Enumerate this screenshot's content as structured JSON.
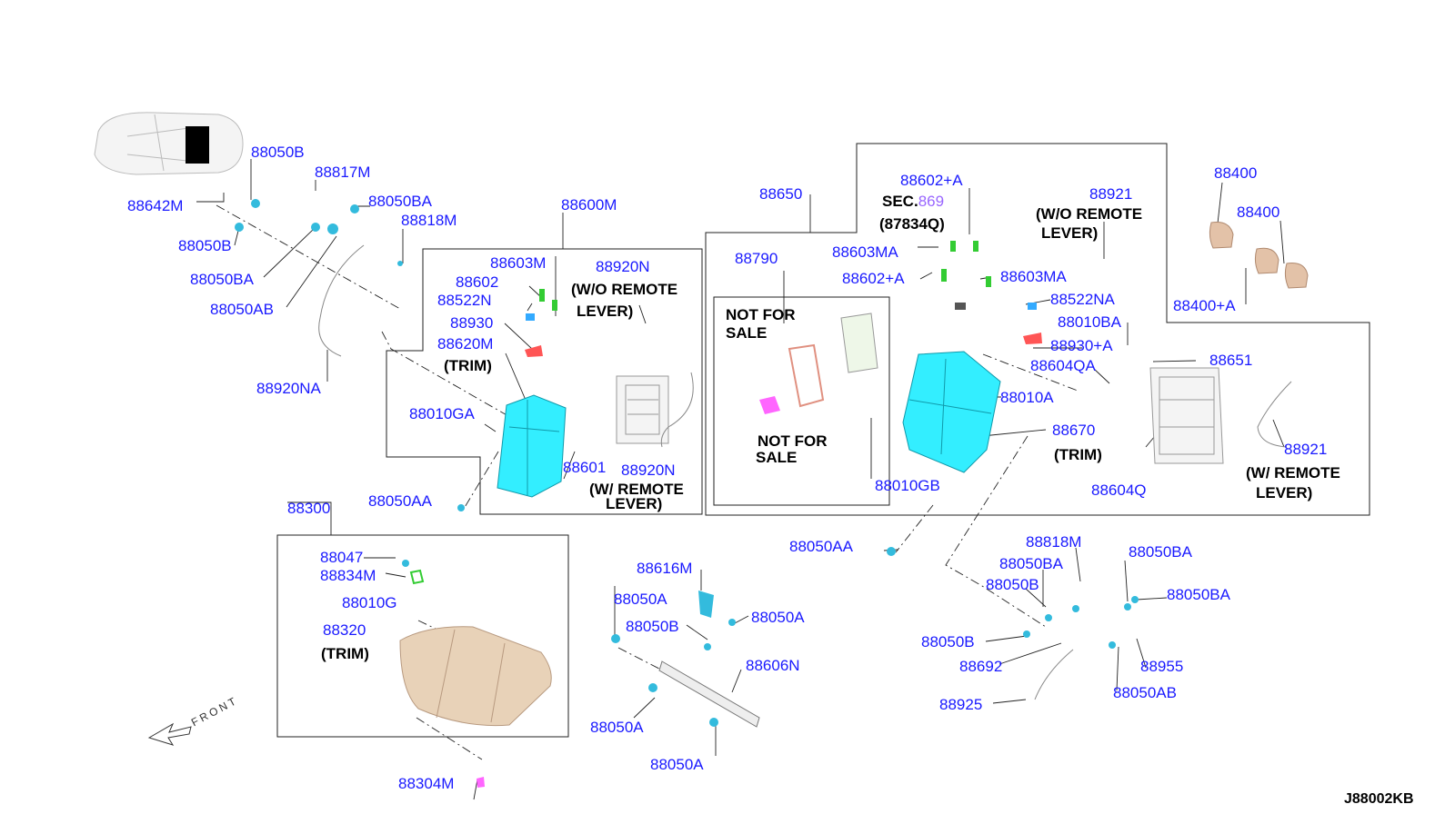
{
  "colors": {
    "label": "#1a1aff",
    "note": "#000000",
    "sec_ref": "#9966ff",
    "seat_back_left": "#33eeff",
    "seat_back_right": "#33eeff",
    "cushion": "#e8d2b8",
    "headrest": "#e3c2a8",
    "not_for_sale_part": "#ff66ff",
    "bracket_red": "#ff5555",
    "clip_green": "#33cc33"
  },
  "labels": {
    "l_88050B_1": "88050B",
    "l_88817M": "88817M",
    "l_88642M": "88642M",
    "l_88050BA_1": "88050BA",
    "l_88818M_1": "88818M",
    "l_88050B_2": "88050B",
    "l_88050BA_2": "88050BA",
    "l_88050AB_1": "88050AB",
    "l_88920NA": "88920NA",
    "l_88600M": "88600M",
    "l_88603M": "88603M",
    "l_88920N_1": "88920N",
    "l_88602": "88602",
    "l_88522N": "88522N",
    "l_88930": "88930",
    "l_88620M": "88620M",
    "l_88010GA": "88010GA",
    "l_88601": "88601",
    "l_88920N_2": "88920N",
    "l_88050AA_1": "88050AA",
    "l_88650": "88650",
    "l_88602A_1": "88602+A",
    "l_88921_1": "88921",
    "l_88400_1": "88400",
    "l_88400_2": "88400",
    "l_88400A": "88400+A",
    "l_88790": "88790",
    "l_88603MA_1": "88603MA",
    "l_88602A_2": "88602+A",
    "l_88603MA_2": "88603MA",
    "l_88522NA": "88522NA",
    "l_88010BA": "88010BA",
    "l_88930A": "88930+A",
    "l_88604QA": "88604QA",
    "l_88651": "88651",
    "l_88010A": "88010A",
    "l_88670": "88670",
    "l_88921_2": "88921",
    "l_88604Q": "88604Q",
    "l_88010GB": "88010GB",
    "l_88300": "88300",
    "l_88047": "88047",
    "l_88834M": "88834M",
    "l_88010G": "88010G",
    "l_88320": "88320",
    "l_88304M": "88304M",
    "l_88616M": "88616M",
    "l_88050A_1": "88050A",
    "l_88050B_3": "88050B",
    "l_88050A_2": "88050A",
    "l_88606N": "88606N",
    "l_88050A_3": "88050A",
    "l_88050A_4": "88050A",
    "l_88050AA_2": "88050AA",
    "l_88818M_2": "88818M",
    "l_88050BA_3": "88050BA",
    "l_88050BA_4": "88050BA",
    "l_88050B_4": "88050B",
    "l_88050BA_5": "88050BA",
    "l_88050B_5": "88050B",
    "l_88692": "88692",
    "l_88955": "88955",
    "l_88050AB_2": "88050AB",
    "l_88925": "88925"
  },
  "notes": {
    "wo_remote_1a": "(W/O REMOTE",
    "wo_remote_1b": "LEVER)",
    "trim_1": "(TRIM)",
    "w_remote_1a": "(W/ REMOTE",
    "w_remote_1b": "LEVER)",
    "sec_prefix": "SEC.",
    "sec_ref": "869",
    "sec_part": "(87834Q)",
    "wo_remote_2a": "(W/O REMOTE",
    "wo_remote_2b": "LEVER)",
    "nfs_1a": "NOT FOR",
    "nfs_1b": "SALE",
    "nfs_2a": "NOT FOR",
    "nfs_2b": "SALE",
    "trim_2": "(TRIM)",
    "w_remote_2a": "(W/ REMOTE",
    "w_remote_2b": "LEVER)",
    "trim_3": "(TRIM)",
    "front": "FRONT",
    "diagram_code": "J88002KB"
  }
}
